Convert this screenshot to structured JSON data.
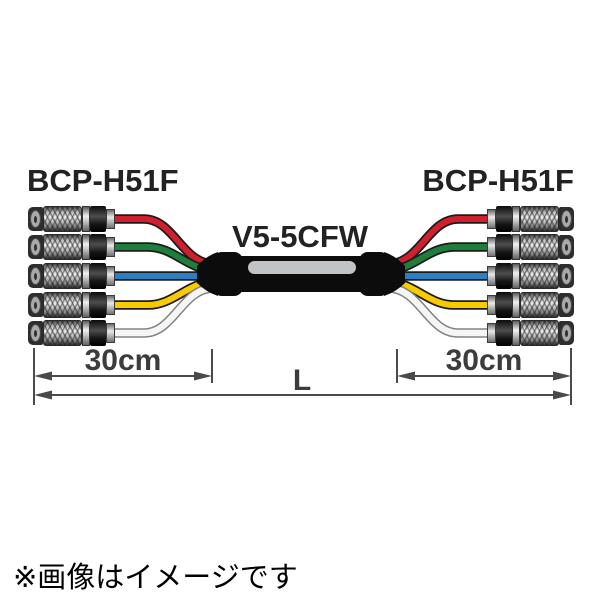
{
  "diagram": {
    "left_label": "BCP-H51F",
    "right_label": "BCP-H51F",
    "cable_label": "V5-5CFW",
    "dim_left": "30cm",
    "dim_right": "30cm",
    "dim_total": "L",
    "connectors_per_side": 5,
    "wire_order": [
      "red",
      "green",
      "blue",
      "yellow",
      "white"
    ],
    "colors": {
      "red": "#d1202d",
      "green": "#1e7f3d",
      "blue": "#2c7fc3",
      "yellow": "#f8ca00",
      "white": "#f5f5f5",
      "wire_outline": "#1c1c1c",
      "white_wire_outline": "#80847f",
      "cable_black": "#0c0c0c",
      "cable_stripe": "#c0c4c6",
      "dimension": "#4a4a4a",
      "text": "#222222"
    }
  },
  "footnote": "※画像はイメージです"
}
